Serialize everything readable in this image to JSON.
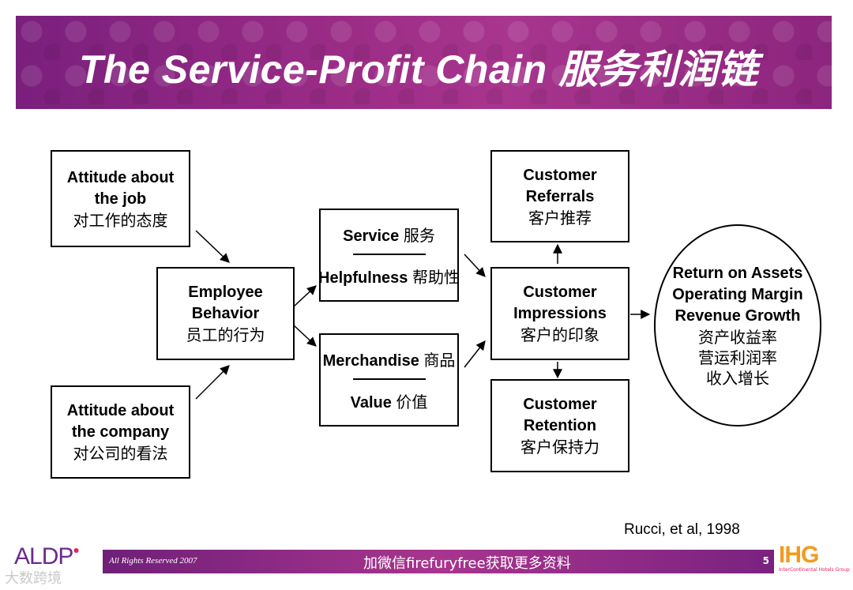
{
  "header": {
    "title": "The Service-Profit Chain 服务利润链"
  },
  "diagram": {
    "attitude_job": {
      "en": "Attitude about\nthe job",
      "zh": "对工作的态度"
    },
    "attitude_company": {
      "en": "Attitude about\nthe company",
      "zh": "对公司的看法"
    },
    "employee_behavior": {
      "en": "Employee\nBehavior",
      "zh": "员工的行为"
    },
    "service_box": {
      "line1_en": "Service",
      "line1_zh": "服务",
      "line2_en": "Helpfulness",
      "line2_zh": "帮助性"
    },
    "merchandise_box": {
      "line1_en": "Merchandise",
      "line1_zh": "商品",
      "line2_en": "Value",
      "line2_zh": "价值"
    },
    "customer_referrals": {
      "en": "Customer\nReferrals",
      "zh": "客户推荐"
    },
    "customer_impressions": {
      "en": "Customer\nImpressions",
      "zh": "客户的印象"
    },
    "customer_retention": {
      "en": "Customer\nRetention",
      "zh": "客户保持力"
    },
    "outcomes": {
      "en": [
        "Return on Assets",
        "Operating Margin",
        "Revenue Growth"
      ],
      "zh": [
        "资产收益率",
        "营运利润率",
        "收入增长"
      ]
    }
  },
  "citation": "Rucci, et al, 1998",
  "footer": {
    "rights": "All Rights Reserved 2007",
    "promo": "加微信firefuryfree获取更多资料",
    "page": "5",
    "logo_left": "ALDP",
    "logo_right": "IHG",
    "logo_right_sub": "InterContinental Hotels Group",
    "watermark": "大数跨境"
  }
}
